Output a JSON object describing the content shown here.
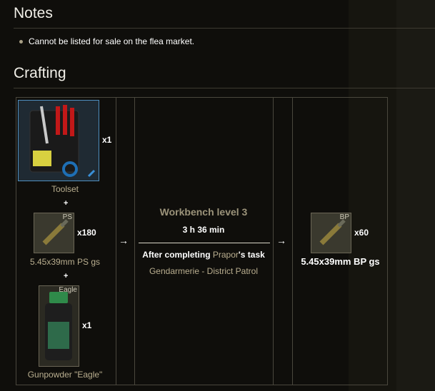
{
  "notes": {
    "heading": "Notes",
    "items": [
      "Cannot be listed for sale on the flea market."
    ]
  },
  "crafting": {
    "heading": "Crafting",
    "inputs": [
      {
        "name": "Toolset",
        "count": "x1",
        "tag": ""
      },
      {
        "name": "5.45x39mm PS gs",
        "count": "x180",
        "tag": "PS"
      },
      {
        "name": "Gunpowder \"Eagle\"",
        "count": "x1",
        "tag": "Eagle"
      }
    ],
    "plus": "+",
    "arrow": "→",
    "station": {
      "title": "Workbench level 3",
      "time": "3 h 36 min",
      "req_prefix": "After completing ",
      "trader": "Prapor",
      "req_suffix": "'s task",
      "quest": "Gendarmerie - District Patrol"
    },
    "output": {
      "name": "5.45x39mm BP gs",
      "count": "x60",
      "tag": "BP"
    }
  }
}
